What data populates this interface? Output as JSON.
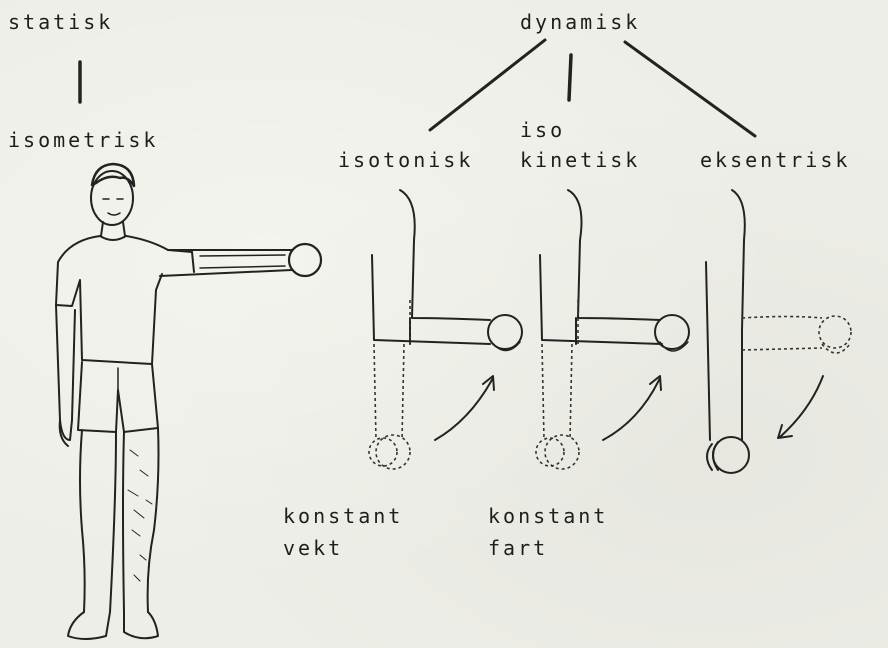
{
  "labels": {
    "statisk": "statisk",
    "isometrisk": "isometrisk",
    "dynamisk": "dynamisk",
    "isotonisk": "isotonisk",
    "iso": "iso",
    "kinetisk": "kinetisk",
    "eksentrisk": "eksentrisk",
    "konstant_vekt_1": "konstant",
    "konstant_vekt_2": "vekt",
    "konstant_fart_1": "konstant",
    "konstant_fart_2": "fart"
  }
}
